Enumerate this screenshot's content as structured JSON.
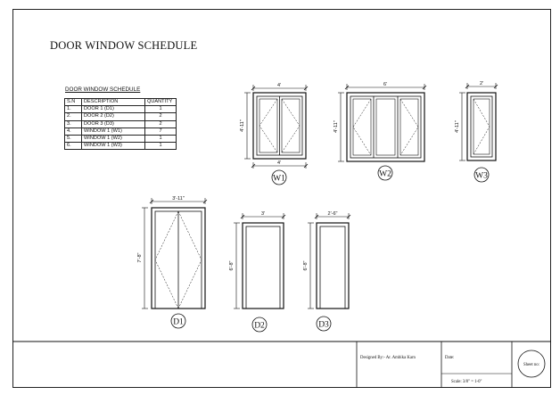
{
  "sheet": {
    "title": "DOOR WINDOW SCHEDULE"
  },
  "schedule": {
    "title": "DOOR WINDOW SCHEDULE",
    "headers": {
      "sn": "S.N",
      "description": "DESCRIPTION",
      "quantity": "QUANTITY"
    },
    "rows": [
      {
        "sn": "1.",
        "description": "DOOR 1 (D1)",
        "quantity": "1"
      },
      {
        "sn": "2.",
        "description": "DOOR 2 (D2)",
        "quantity": "2"
      },
      {
        "sn": "3.",
        "description": "DOOR 3 (D3)",
        "quantity": "2"
      },
      {
        "sn": "4.",
        "description": "WINDOW 1 (W1)",
        "quantity": "7"
      },
      {
        "sn": "5.",
        "description": "WINDOW 1 (W2)",
        "quantity": "1"
      },
      {
        "sn": "6.",
        "description": "WINDOW 1 (W3)",
        "quantity": "1"
      }
    ]
  },
  "elevations": {
    "w1": {
      "tag": "W1",
      "width_top": "4'",
      "width_bottom": "4'",
      "height": "4'-11\""
    },
    "w2": {
      "tag": "W2",
      "width": "6'",
      "height": "4'-11\""
    },
    "w3": {
      "tag": "W3",
      "width": "2'",
      "height": "4'-11\""
    },
    "d1": {
      "tag": "D1",
      "width": "3'-11\"",
      "height": "7'-8\""
    },
    "d2": {
      "tag": "D2",
      "width": "3'",
      "height": "6'-8\""
    },
    "d3": {
      "tag": "D3",
      "width": "2'-6\"",
      "height": "6'-8\""
    }
  },
  "title_block": {
    "designed_by": "Designed By:- Ar. Ambika Karn",
    "date_label": "Date:",
    "scale": "Scale: 3/8\" = 1-0\"",
    "sheet_no_label": "Sheet no:"
  }
}
